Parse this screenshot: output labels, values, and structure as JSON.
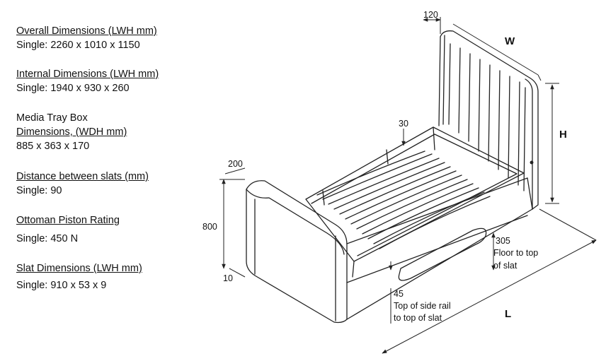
{
  "specs": [
    {
      "heading": "Overall Dimensions (LWH mm)",
      "value": "Single: 2260 x 1010 x 1150"
    },
    {
      "heading": "Internal Dimensions (LWH mm)",
      "value": "Single: 1940 x 930 x 260"
    },
    {
      "heading_pre": "Media Tray Box",
      "heading": "Dimensions, (WDH mm)",
      "value": "885 x 363 x 170"
    },
    {
      "heading": "Distance between slats (mm)",
      "value": "Single: 90"
    },
    {
      "heading": "Ottoman Piston Rating",
      "value": "Single:  450 N"
    },
    {
      "heading": "Slat Dimensions (LWH mm)",
      "value": "Single:  910 x 53 x 9"
    }
  ],
  "dimensions": {
    "headboard_depth": "120",
    "width": "W",
    "height": "H",
    "slat_gap": "30",
    "footboard_depth": "200",
    "footboard_height": "800",
    "foot_clearance": "10",
    "floor_to_slat_value": "305",
    "floor_to_slat_line1": "Floor to top",
    "floor_to_slat_line2": "of slat",
    "rail_to_slat_value": "45",
    "rail_to_slat_line1": "Top of side rail",
    "rail_to_slat_line2": "to top of slat",
    "length": "L"
  },
  "colors": {
    "line": "#222222",
    "text": "#111111"
  }
}
